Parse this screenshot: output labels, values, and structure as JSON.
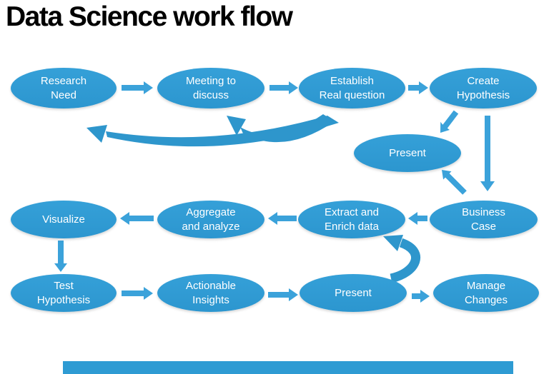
{
  "title": "Data Science work flow",
  "colors": {
    "node_fill": "#2E9BD3",
    "straight_arrow": "#3BA2DA",
    "curved_arrow": "#2E96CC",
    "node_text": "#FFFFFF",
    "title_text": "#000000",
    "background": "#FFFFFF",
    "footer_bar": "#2E9BD3"
  },
  "nodes": [
    {
      "id": "research-need",
      "label": "Research\nNeed"
    },
    {
      "id": "meeting-to-discuss",
      "label": "Meeting to\ndiscuss"
    },
    {
      "id": "establish-real-question",
      "label": "Establish\nReal question"
    },
    {
      "id": "create-hypothesis",
      "label": "Create\nHypothesis"
    },
    {
      "id": "present-after-hypothesis",
      "label": "Present"
    },
    {
      "id": "visualize",
      "label": "Visualize"
    },
    {
      "id": "aggregate-and-analyze",
      "label": "Aggregate\nand analyze"
    },
    {
      "id": "extract-and-enrich-data",
      "label": "Extract and\nEnrich data"
    },
    {
      "id": "business-case",
      "label": "Business\nCase"
    },
    {
      "id": "test-hypothesis",
      "label": "Test\nHypothesis"
    },
    {
      "id": "actionable-insights",
      "label": "Actionable\nInsights"
    },
    {
      "id": "present-insights",
      "label": "Present"
    },
    {
      "id": "manage-changes",
      "label": "Manage\nChanges"
    }
  ],
  "edges": [
    {
      "from": "research-need",
      "to": "meeting-to-discuss",
      "style": "straight"
    },
    {
      "from": "meeting-to-discuss",
      "to": "establish-real-question",
      "style": "straight"
    },
    {
      "from": "establish-real-question",
      "to": "create-hypothesis",
      "style": "straight"
    },
    {
      "from": "establish-real-question",
      "to": "meeting-to-discuss",
      "style": "curved-feedback"
    },
    {
      "from": "establish-real-question",
      "to": "research-need",
      "style": "curved-feedback"
    },
    {
      "from": "create-hypothesis",
      "to": "present-after-hypothesis",
      "style": "straight"
    },
    {
      "from": "create-hypothesis",
      "to": "business-case",
      "style": "straight"
    },
    {
      "from": "business-case",
      "to": "present-after-hypothesis",
      "style": "straight"
    },
    {
      "from": "business-case",
      "to": "extract-and-enrich-data",
      "style": "straight"
    },
    {
      "from": "extract-and-enrich-data",
      "to": "aggregate-and-analyze",
      "style": "straight"
    },
    {
      "from": "aggregate-and-analyze",
      "to": "visualize",
      "style": "straight"
    },
    {
      "from": "visualize",
      "to": "test-hypothesis",
      "style": "straight"
    },
    {
      "from": "test-hypothesis",
      "to": "actionable-insights",
      "style": "straight"
    },
    {
      "from": "actionable-insights",
      "to": "present-insights",
      "style": "straight"
    },
    {
      "from": "present-insights",
      "to": "extract-and-enrich-data",
      "style": "curved-feedback"
    },
    {
      "from": "present-insights",
      "to": "manage-changes",
      "style": "straight"
    }
  ]
}
